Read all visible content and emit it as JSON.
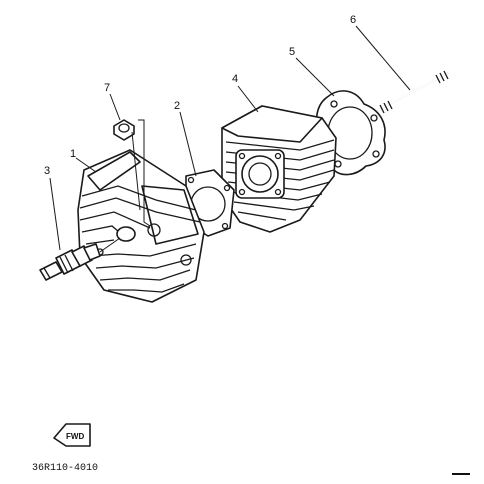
{
  "callouts": [
    {
      "id": "1",
      "label": "1"
    },
    {
      "id": "2",
      "label": "2"
    },
    {
      "id": "3",
      "label": "3"
    },
    {
      "id": "4",
      "label": "4"
    },
    {
      "id": "5",
      "label": "5"
    },
    {
      "id": "6",
      "label": "6"
    },
    {
      "id": "7",
      "label": "7"
    }
  ],
  "reference_code": "36R110-4010",
  "fwd_label": "FWD"
}
